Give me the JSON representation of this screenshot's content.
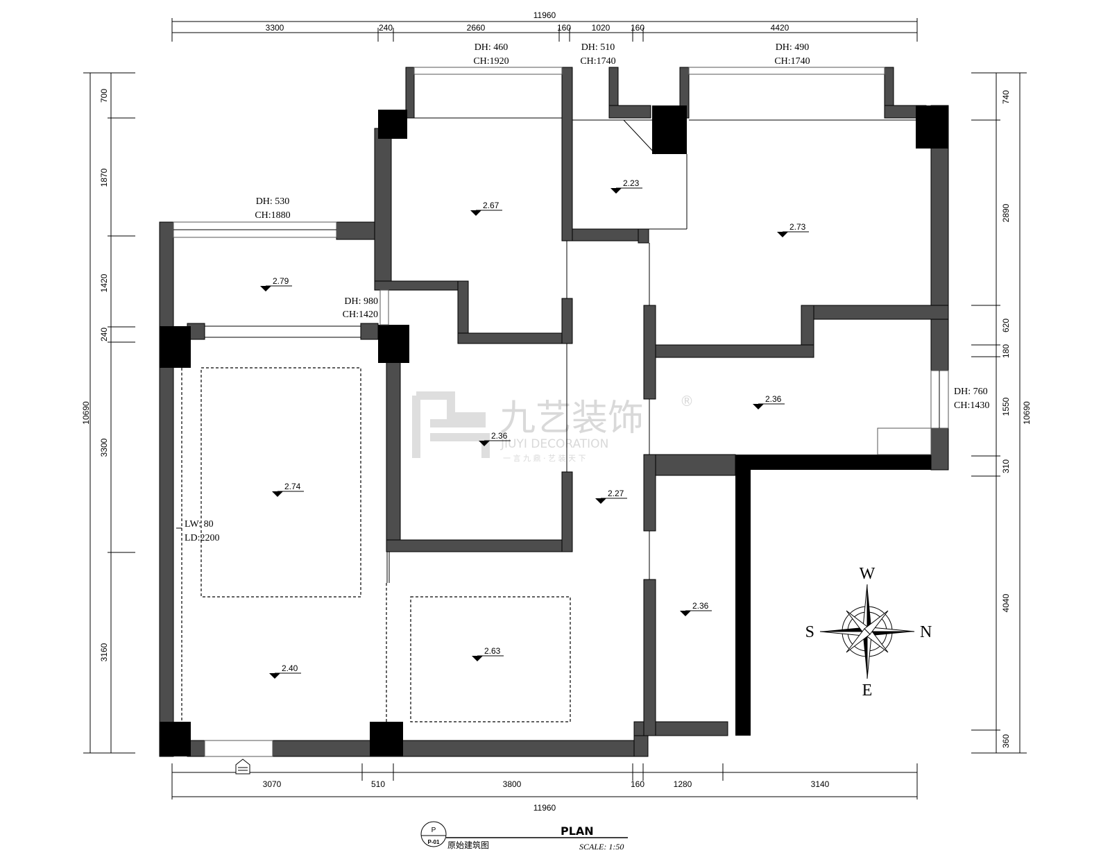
{
  "dimensions": {
    "top_total": "11960",
    "top": [
      "3300",
      "240",
      "2660",
      "160",
      "1020",
      "160",
      "4420"
    ],
    "bottom_total": "11960",
    "bottom": [
      "3070",
      "510",
      "3800",
      "160",
      "1280",
      "3140"
    ],
    "left_total": "10690",
    "left": [
      "700",
      "1870",
      "1420",
      "240",
      "3300",
      "3160"
    ],
    "right_total": "10690",
    "right": [
      "740",
      "2890",
      "620",
      "180",
      "1550",
      "310",
      "4040",
      "360"
    ]
  },
  "openings": [
    {
      "dh": "DH: 460",
      "ch": "CH:1920"
    },
    {
      "dh": "DH: 510",
      "ch": "CH:1740"
    },
    {
      "dh": "DH: 490",
      "ch": "CH:1740"
    },
    {
      "dh": "DH: 530",
      "ch": "CH:1880"
    },
    {
      "dh": "DH: 980",
      "ch": "CH:1420"
    },
    {
      "dh": "DH: 760",
      "ch": "CH:1430"
    }
  ],
  "beam": {
    "lw": "LW:  80",
    "ld": "LD:2200"
  },
  "levels": [
    "2.67",
    "2.23",
    "2.73",
    "2.79",
    "2.36",
    "2.74",
    "2.36",
    "2.27",
    "2.36",
    "2.63",
    "2.40"
  ],
  "watermark": {
    "brand": "九艺装饰",
    "registered": "®",
    "english": "JIUYI DECORATION",
    "slogan": "一 言 九 鼎 · 艺 装 天 下"
  },
  "compass": {
    "w": "W",
    "s": "S",
    "n": "N",
    "e": "E"
  },
  "title": {
    "badge_letter": "P",
    "badge_code": "P-01",
    "name": "原始建筑图",
    "plan": "PLAN",
    "scale": "SCALE: 1:50"
  }
}
